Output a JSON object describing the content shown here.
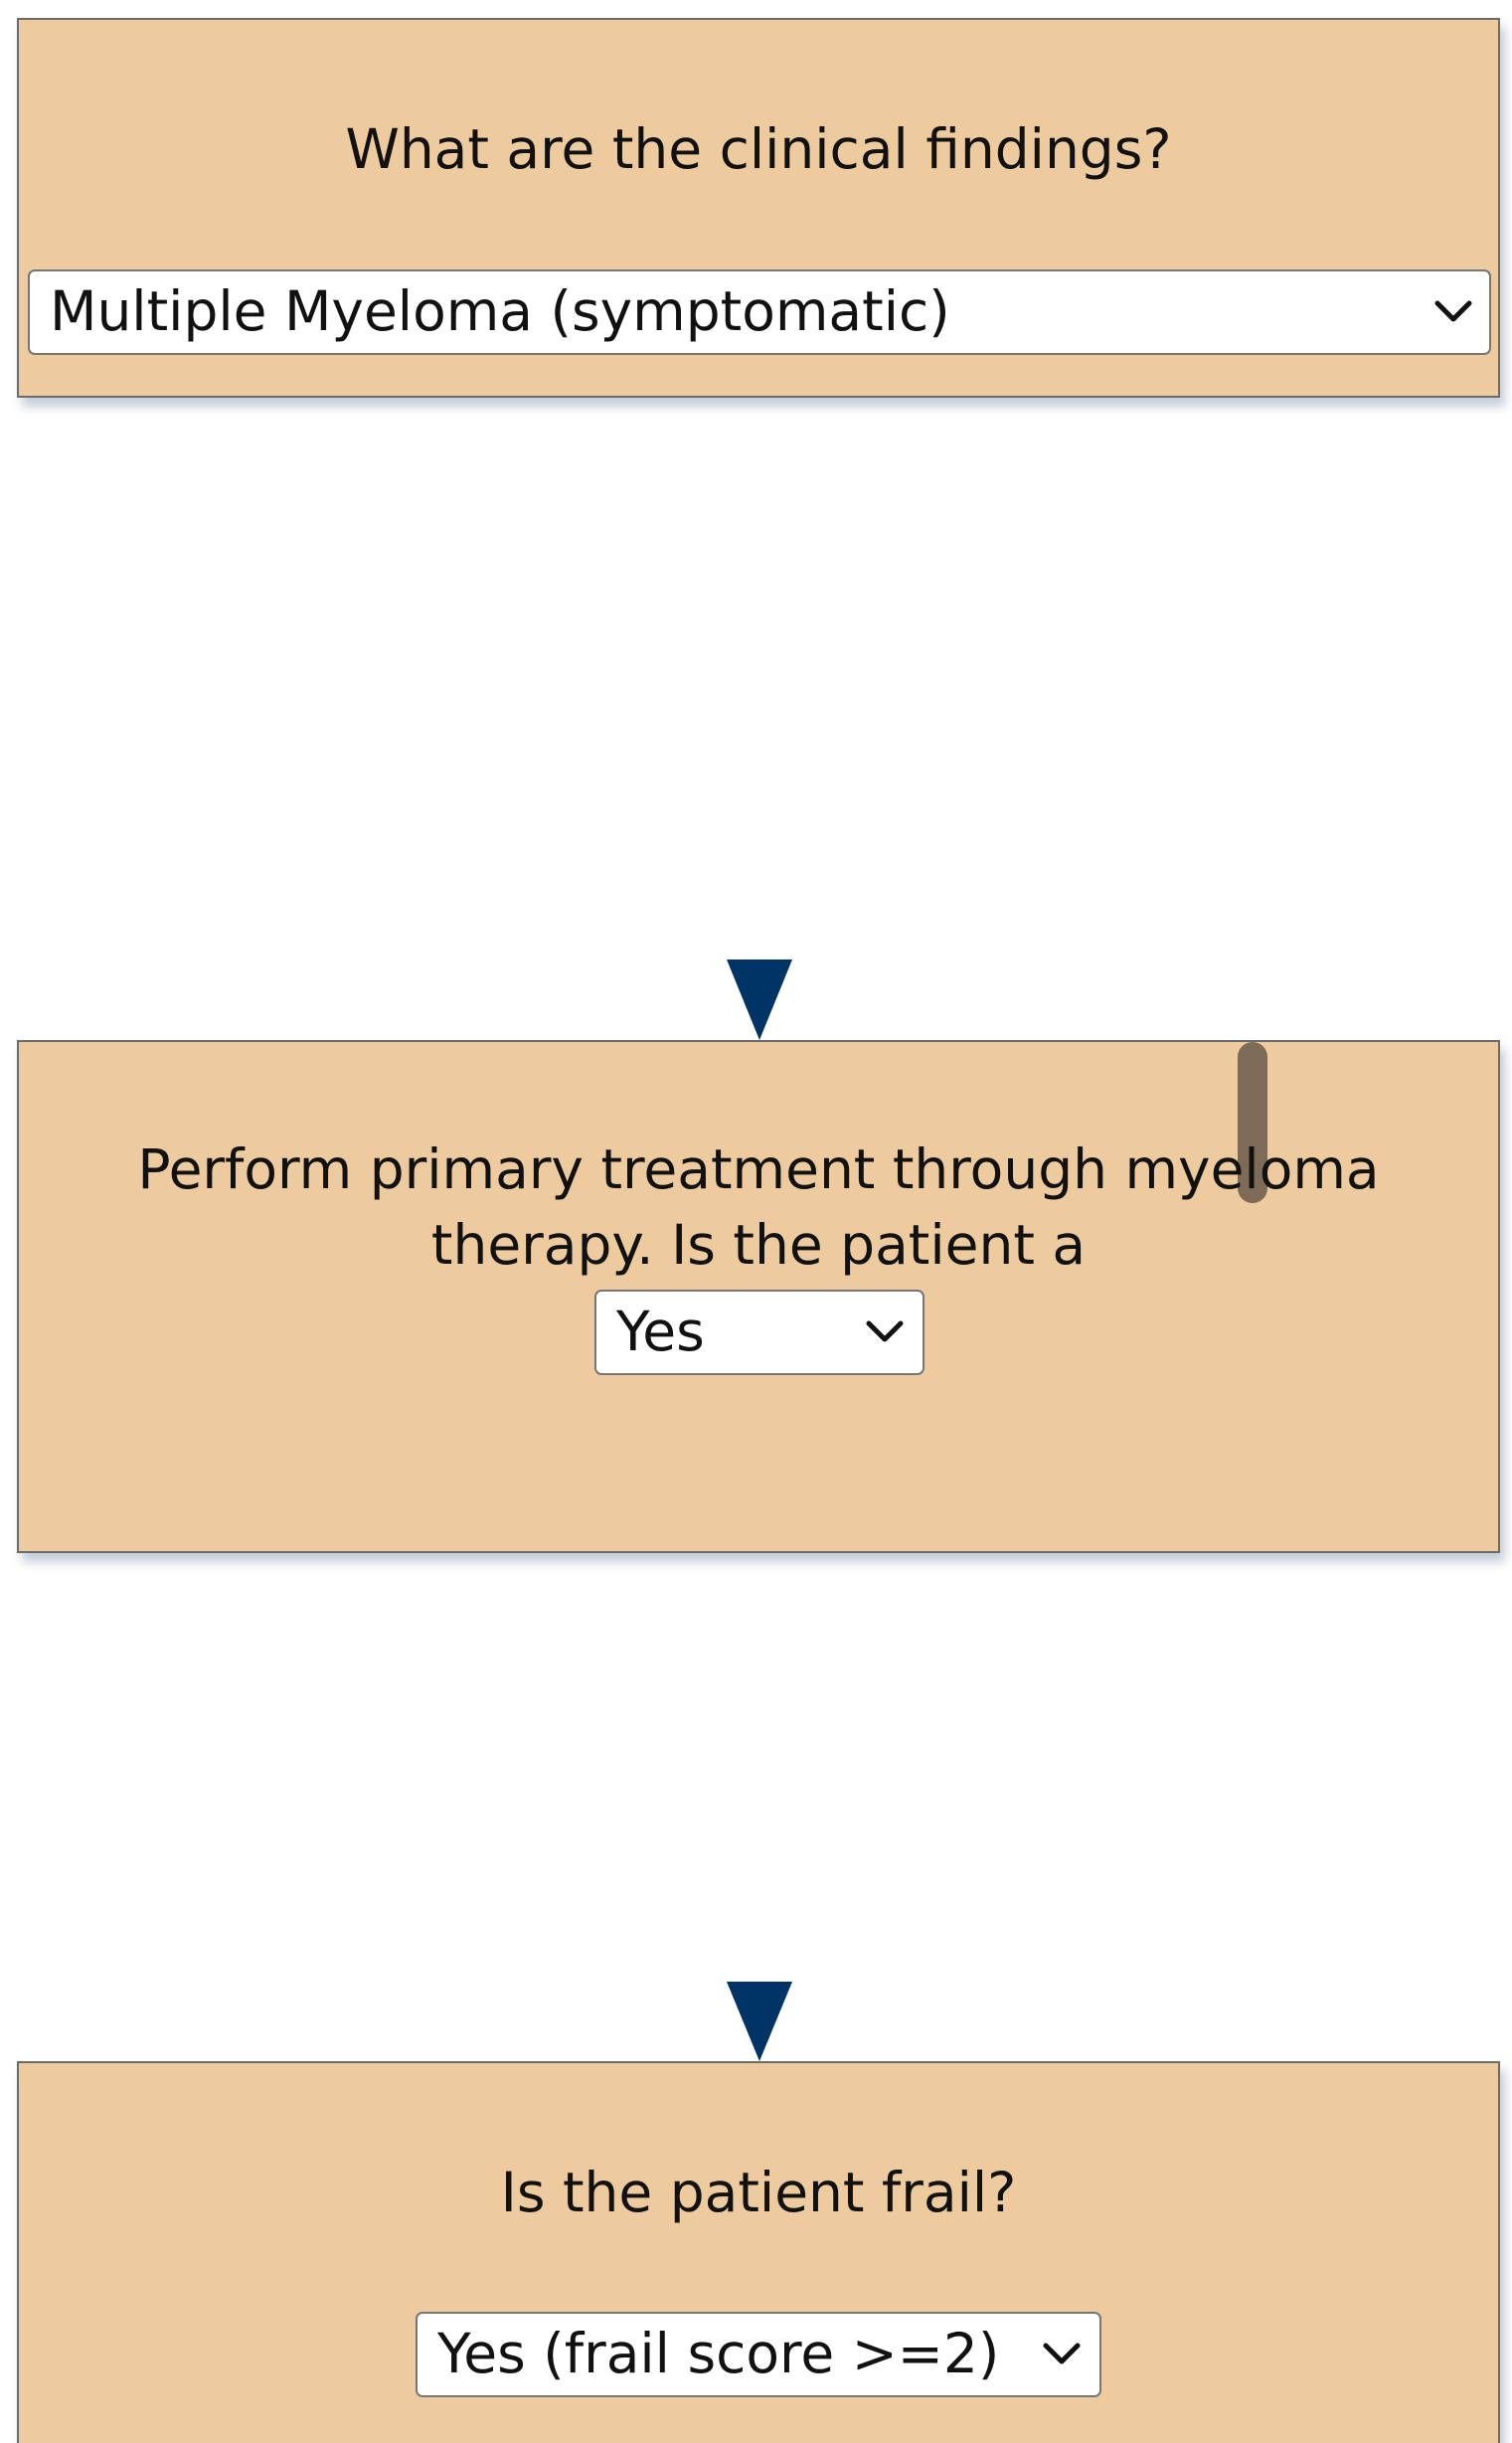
{
  "nodes": [
    {
      "question": "What are the clinical findings?",
      "selected": "Multiple Myeloma (symptomatic)"
    },
    {
      "question": "Perform primary treatment through myeloma therapy. Is the patient a",
      "selected": "Yes"
    },
    {
      "question": "Is the patient frail?",
      "selected": "Yes (frail score >=2)"
    }
  ],
  "colors": {
    "node_fill": "#eecb9f",
    "connector": "#1f4e7a",
    "arrowhead": "#003366",
    "scroll_thumb": "#7d6b57"
  },
  "icons": {
    "dropdown": "chevron-down-icon",
    "arrow": "arrow-down-icon"
  }
}
